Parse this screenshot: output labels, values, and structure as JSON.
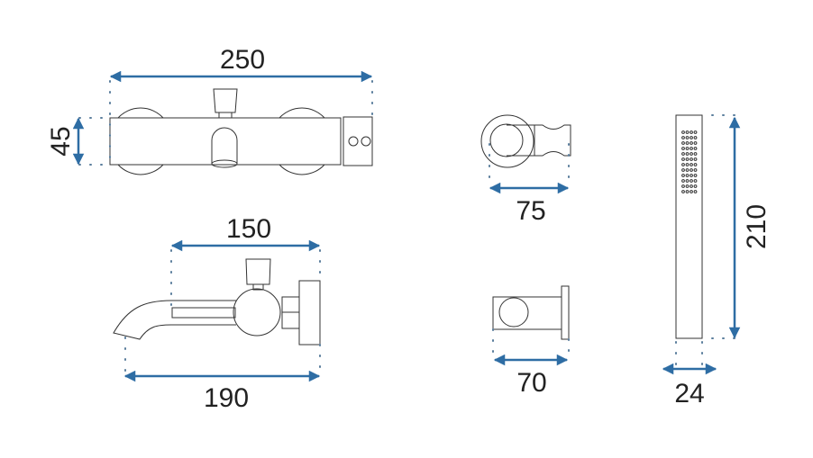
{
  "diagram": {
    "accent_color": "#2e6da4",
    "dimensions": {
      "mixer_width": "250",
      "mixer_height": "45",
      "side_depth_upper": "150",
      "side_depth_lower": "190",
      "holder_top_width": "75",
      "holder_side_width": "70",
      "handshower_length": "210",
      "handshower_width": "24"
    }
  }
}
